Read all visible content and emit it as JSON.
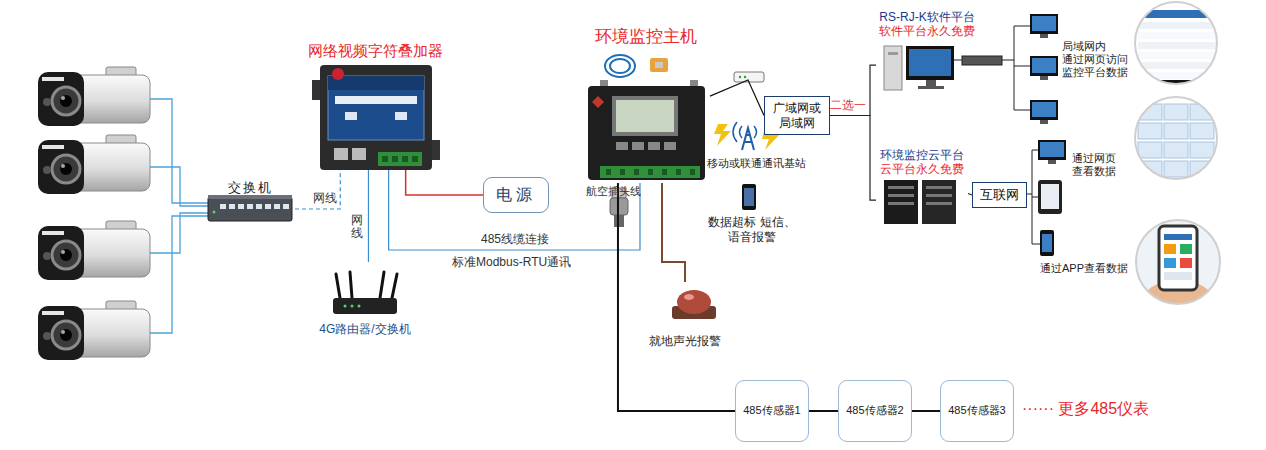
{
  "diagram": {
    "nodes": [
      {
        "text": [
          "网络视频字符叠加器"
        ]
      },
      {
        "text": [
          "交换机"
        ]
      },
      {
        "text": [
          "电源"
        ]
      },
      {
        "text": [
          "4G路由器/交换机"
        ]
      },
      {
        "text": [
          "环境监控主机"
        ]
      },
      {
        "text": [
          "就地声光报警"
        ]
      },
      {
        "text": [
          "移动或联通通讯基站"
        ]
      },
      {
        "text": [
          "数据超标 短信、语音报警"
        ]
      },
      {
        "text": [
          "广域网或 局域网"
        ]
      },
      {
        "text": [
          "RS-RJ-K软件平台",
          "软件平台永久免费"
        ]
      },
      {
        "text": [
          "环境监控云平台",
          "云平台永久免费"
        ]
      },
      {
        "text": [
          "互联网"
        ]
      },
      {
        "text": [
          "485传感器1"
        ]
      },
      {
        "text": [
          "485传感器2"
        ]
      },
      {
        "text": [
          "485传感器3"
        ]
      }
    ],
    "edges": [
      {
        "from": 1,
        "to": 0,
        "arrow": "none",
        "label": "网线"
      },
      {
        "from": 0,
        "to": 3,
        "arrow": "none",
        "label": "网线"
      },
      {
        "from": 0,
        "to": 2,
        "arrow": "none"
      },
      {
        "from": 0,
        "to": 4,
        "arrow": "none",
        "label": "485线缆连接"
      },
      {
        "from": 4,
        "to": 5,
        "arrow": "none"
      },
      {
        "from": 4,
        "to": 12,
        "arrow": "none"
      },
      {
        "from": 12,
        "to": 13,
        "arrow": "none"
      },
      {
        "from": 13,
        "to": 14,
        "arrow": "none"
      },
      {
        "from": 4,
        "to": 8,
        "arrow": "none"
      },
      {
        "from": 8,
        "to": 9,
        "arrow": "none"
      },
      {
        "from": 8,
        "to": 10,
        "arrow": "none"
      },
      {
        "from": 10,
        "to": 11,
        "arrow": "none"
      }
    ],
    "labels": [
      "标准Modbus-RTU通讯",
      "航空插头线",
      "二选一",
      "······ 更多485仪表",
      "局域网内 通过网页访问 监控平台数据",
      "通过网页 查看数据",
      "通过APP查看数据"
    ]
  }
}
